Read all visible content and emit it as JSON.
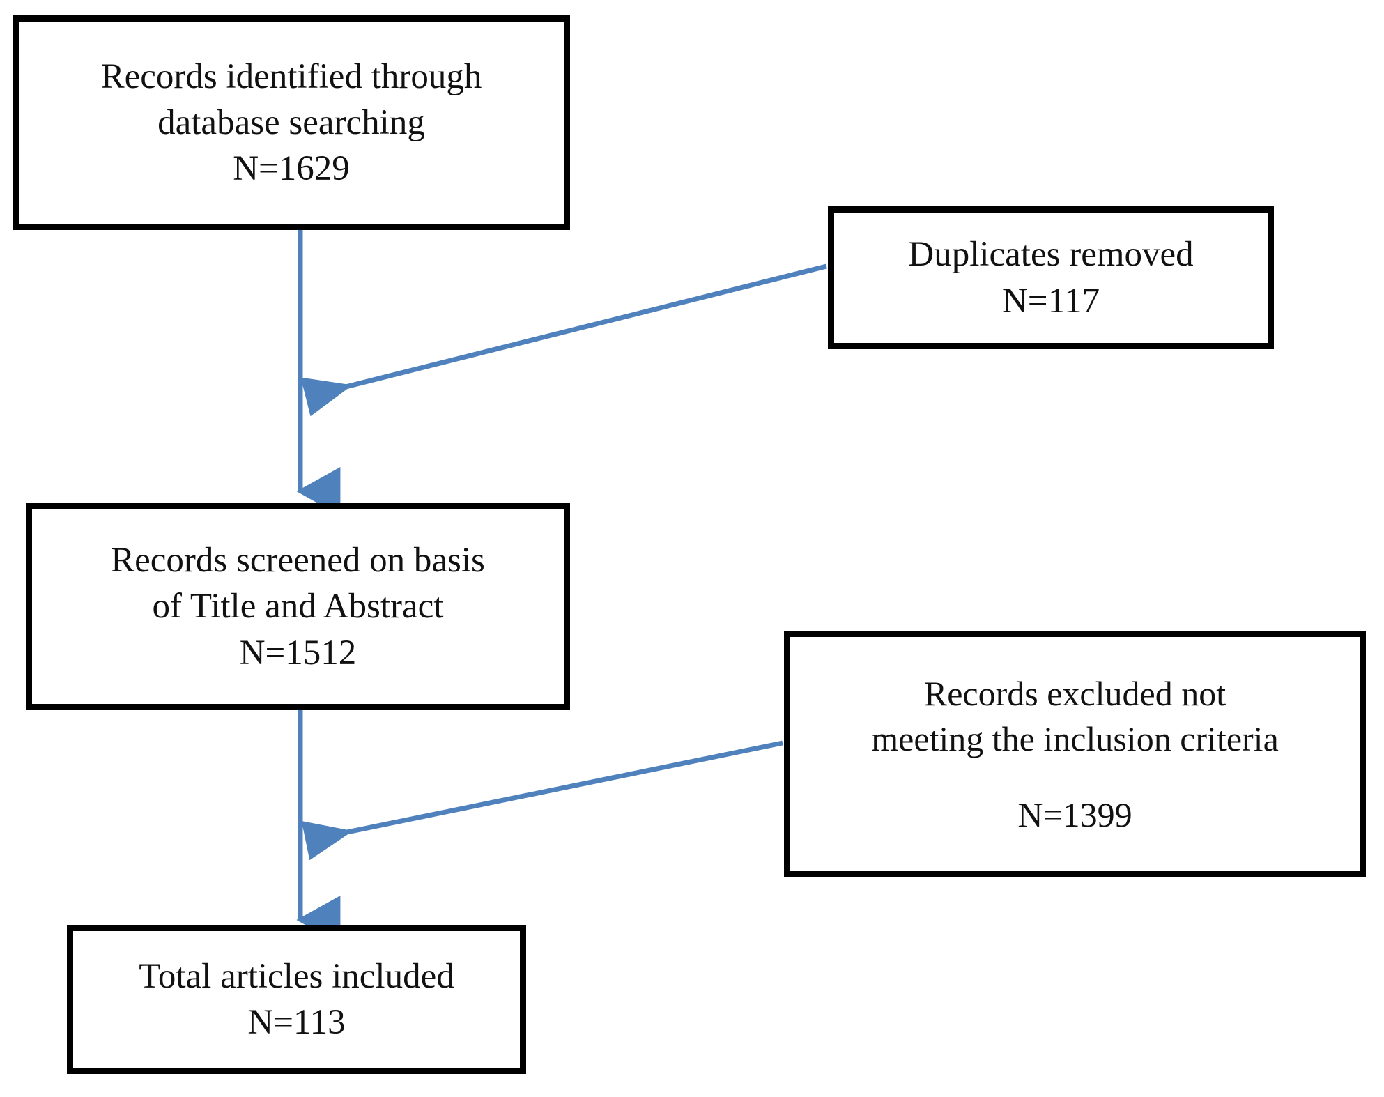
{
  "diagram": {
    "type": "prisma-flow-diagram",
    "title": "",
    "accent_color": "#4F81BD",
    "box_border_color": "#000000",
    "background_color": "#FFFFFF",
    "text_color": "#111111",
    "nodes": [
      {
        "id": "identified",
        "label": "Records identified through database searching",
        "lines": [
          "Records identified through",
          "database searching",
          "N=1629"
        ],
        "count_label": "N=1629",
        "count": 1629
      },
      {
        "id": "duplicates",
        "label": "Duplicates removed",
        "lines": [
          "Duplicates removed",
          "N=117"
        ],
        "count_label": "N=117",
        "count": 117
      },
      {
        "id": "screened",
        "label": "Records screened on basis of Title and Abstract",
        "lines": [
          "Records screened on basis",
          "of Title and Abstract",
          "N=1512"
        ],
        "count_label": "N=1512",
        "count": 1512
      },
      {
        "id": "excluded",
        "label": "Records excluded not meeting the inclusion criteria",
        "lines": [
          "Records excluded not",
          "meeting the inclusion criteria",
          "",
          "N=1399"
        ],
        "count_label": "N=1399",
        "count": 1399
      },
      {
        "id": "included",
        "label": "Total articles included",
        "lines": [
          "Total articles included",
          "N=113"
        ],
        "count_label": "N=113",
        "count": 113
      }
    ],
    "edges": [
      {
        "id": "identified-to-screened",
        "from": "identified",
        "to": "screened",
        "style": "vertical-arrow"
      },
      {
        "id": "duplicates-to-flow",
        "from": "duplicates",
        "to": "identified-to-screened",
        "style": "diagonal-arrow"
      },
      {
        "id": "screened-to-included",
        "from": "screened",
        "to": "included",
        "style": "vertical-arrow"
      },
      {
        "id": "excluded-to-flow",
        "from": "excluded",
        "to": "screened-to-included",
        "style": "diagonal-arrow"
      }
    ]
  },
  "boxes": {
    "identified": {
      "l1": "Records identified through",
      "l2": "database searching",
      "l3": "N=1629"
    },
    "duplicates": {
      "l1": "Duplicates removed",
      "l2": "N=117"
    },
    "screened": {
      "l1": "Records screened on basis",
      "l2": "of Title and Abstract",
      "l3": "N=1512"
    },
    "excluded": {
      "l1": "Records excluded not",
      "l2": "meeting the inclusion criteria",
      "l3": "N=1399"
    },
    "included": {
      "l1": "Total articles included",
      "l2": "N=113"
    }
  }
}
